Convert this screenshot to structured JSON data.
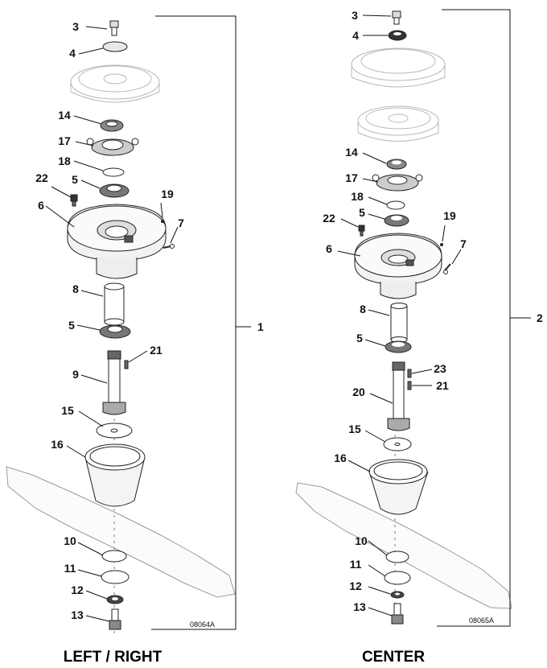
{
  "figures": [
    {
      "caption": "LEFT / RIGHT",
      "figure_id": "08064A",
      "bracket_label": "1",
      "callouts": [
        "3",
        "4",
        "14",
        "17",
        "18",
        "22",
        "5",
        "19",
        "6",
        "7",
        "8",
        "5",
        "21",
        "9",
        "15",
        "16",
        "10",
        "11",
        "12",
        "13"
      ]
    },
    {
      "caption": "CENTER",
      "figure_id": "08065A",
      "bracket_label": "2",
      "callouts": [
        "3",
        "4",
        "14",
        "17",
        "18",
        "22",
        "5",
        "19",
        "6",
        "7",
        "8",
        "5",
        "23",
        "21",
        "20",
        "15",
        "16",
        "10",
        "11",
        "12",
        "13"
      ]
    }
  ],
  "colors": {
    "line": "#111111",
    "ghost_part": "#b8b8b8",
    "blade": "#9a9a9a"
  }
}
